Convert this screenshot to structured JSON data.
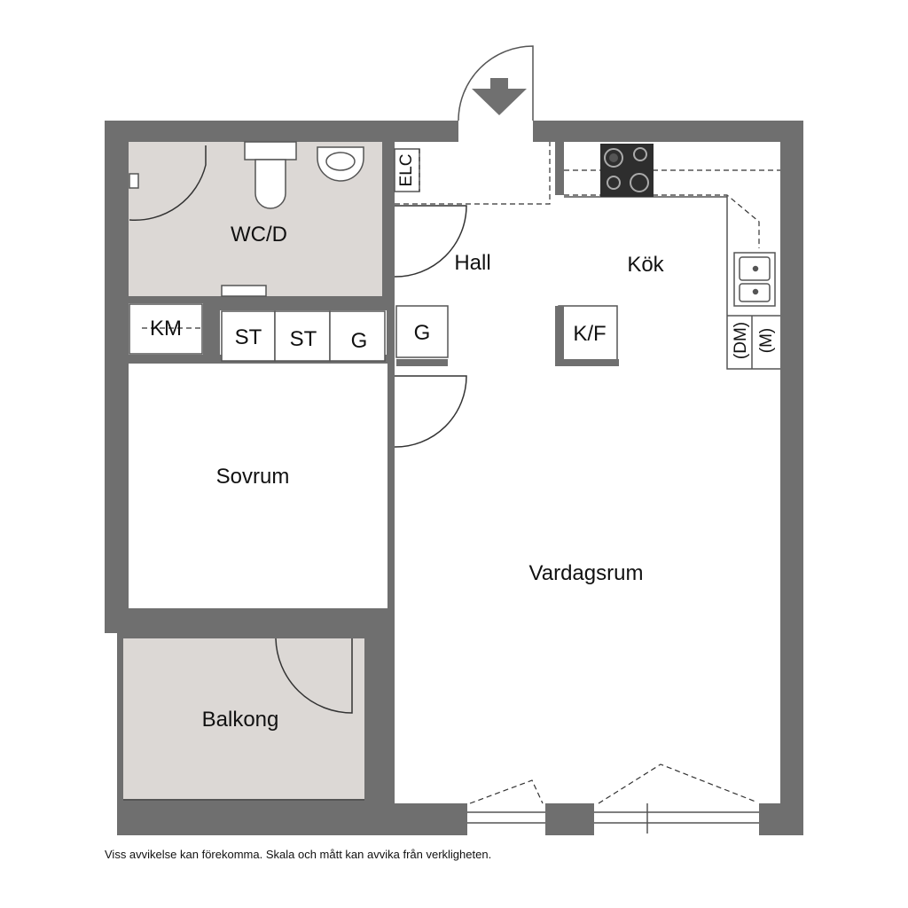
{
  "rooms": {
    "wc": "WC/D",
    "hall": "Hall",
    "kok": "Kök",
    "sovrum": "Sovrum",
    "vardagsrum": "Vardagsrum",
    "balkong": "Balkong"
  },
  "fixtures": {
    "elc": "ELC",
    "km": "KM",
    "st1": "ST",
    "st2": "ST",
    "g1": "G",
    "g2": "G",
    "kf": "K/F",
    "dm": "(DM)",
    "m": "(M)"
  },
  "footer": {
    "disclaimer": "Viss avvikelse kan förekomma. Skala och mått kan avvika från verkligheten."
  },
  "colors": {
    "wall": "#6f6f6f",
    "wet_floor": "#dcd8d5",
    "stove": "#2e2e2e",
    "entry_arrow": "#707070"
  }
}
